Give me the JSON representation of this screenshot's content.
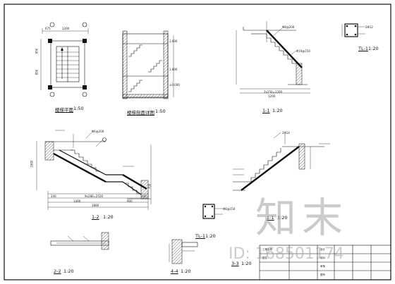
{
  "drawing": {
    "views": {
      "stair_plan": {
        "title": "楼梯平面",
        "scale": "1:50"
      },
      "stair_section": {
        "title": "楼梯剖面详图",
        "scale": "1:50"
      },
      "section_1_1_top": {
        "title": "1-1",
        "scale": "1:20"
      },
      "section_1_2": {
        "title": "1-2",
        "scale": "1:20"
      },
      "section_1_1_right": {
        "title": "1-1",
        "scale": "1:20"
      },
      "section_2_2": {
        "title": "2-2",
        "scale": "1:20"
      },
      "section_3_3": {
        "title": "3-3",
        "scale": "1:20"
      },
      "section_4_4": {
        "title": "4-4",
        "scale": "1:20"
      },
      "detail_tl1": {
        "title": "TL-1",
        "scale": "1:20"
      },
      "detail_tl1b": {
        "title": "TL-1",
        "scale": "1:20"
      }
    },
    "dimensions": {
      "plan_top": "1200",
      "plan_top_left": "675",
      "plan_left_a": "950",
      "plan_left_b": "850",
      "section_run": "2x250=1200",
      "section_right_a": "1200",
      "s12_total": "2880",
      "s12_run": "9x280=2520",
      "s12_a": "1400",
      "s12_b": "900",
      "s12_c": "240",
      "s12_d": "340",
      "s12_h": "1800",
      "s12_h2": "700"
    },
    "rebar_notes": [
      "Φ8@200",
      "Φ10@150",
      "2Φ12",
      "Φ6@200",
      "2Φ14",
      "Φ8@150"
    ],
    "elevations": [
      "±0.000",
      "1.800",
      "3.600"
    ]
  },
  "title_block": {
    "row1": "工程名称",
    "row2": "图名",
    "cols": [
      "设计",
      "校对",
      "审核",
      "图号"
    ]
  },
  "watermark": {
    "logo_text": "知末",
    "id_text": "ID: 168501174"
  }
}
